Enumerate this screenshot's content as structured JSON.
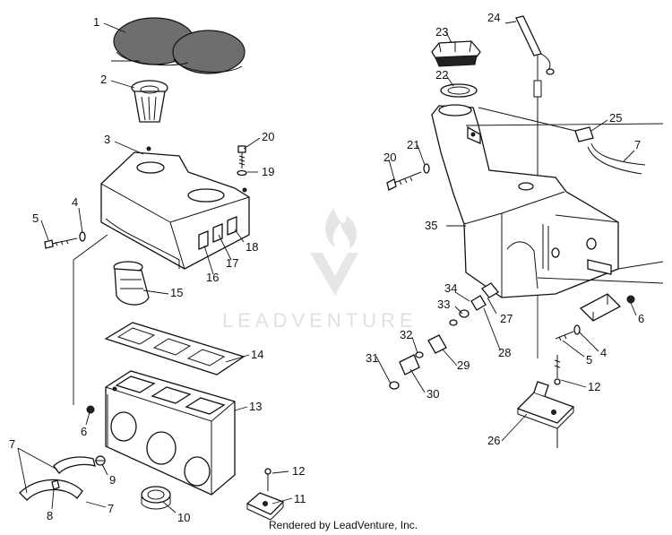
{
  "watermark": {
    "brand_text": "LEADVENTURE"
  },
  "footer": {
    "text": "Rendered by LeadVenture, Inc."
  },
  "callouts_left": [
    "1",
    "2",
    "3",
    "4",
    "5",
    "20",
    "19",
    "18",
    "17",
    "16",
    "15",
    "14",
    "13",
    "6",
    "7",
    "7",
    "8",
    "9",
    "10",
    "12",
    "11"
  ],
  "callouts_right": [
    "24",
    "23",
    "22",
    "25",
    "7",
    "21",
    "20",
    "35",
    "34",
    "33",
    "27",
    "28",
    "32",
    "29",
    "31",
    "30",
    "6",
    "4",
    "5",
    "12",
    "26"
  ]
}
